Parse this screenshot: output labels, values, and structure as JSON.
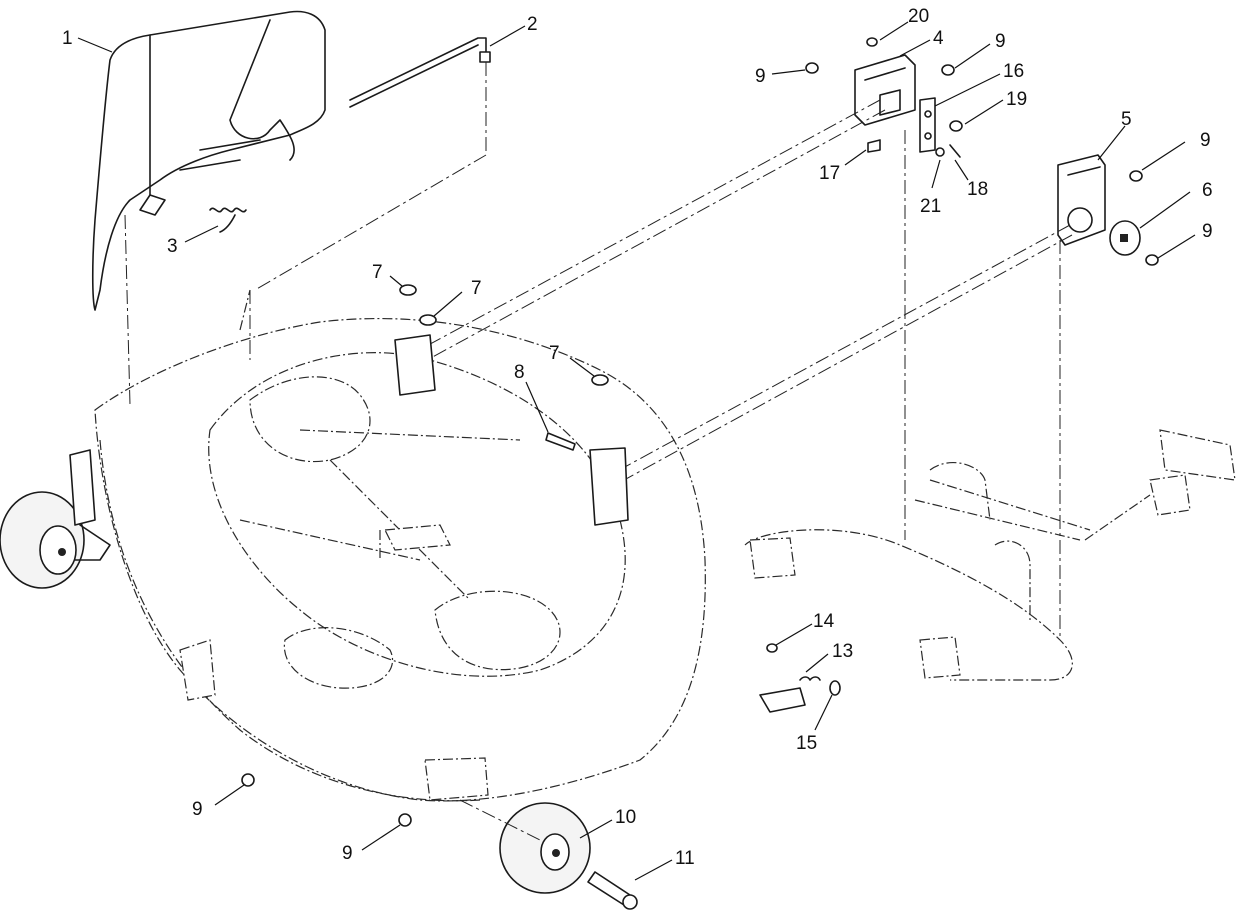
{
  "callouts": [
    {
      "label": "1"
    },
    {
      "label": "2"
    },
    {
      "label": "3"
    },
    {
      "label": "20"
    },
    {
      "label": "4"
    },
    {
      "label": "9"
    },
    {
      "label": "9"
    },
    {
      "label": "16"
    },
    {
      "label": "19"
    },
    {
      "label": "17"
    },
    {
      "label": "21"
    },
    {
      "label": "18"
    },
    {
      "label": "5"
    },
    {
      "label": "9"
    },
    {
      "label": "6"
    },
    {
      "label": "9"
    },
    {
      "label": "7"
    },
    {
      "label": "7"
    },
    {
      "label": "7"
    },
    {
      "label": "8"
    },
    {
      "label": "14"
    },
    {
      "label": "13"
    },
    {
      "label": "15"
    },
    {
      "label": "9"
    },
    {
      "label": "9"
    },
    {
      "label": "10"
    },
    {
      "label": "11"
    }
  ]
}
